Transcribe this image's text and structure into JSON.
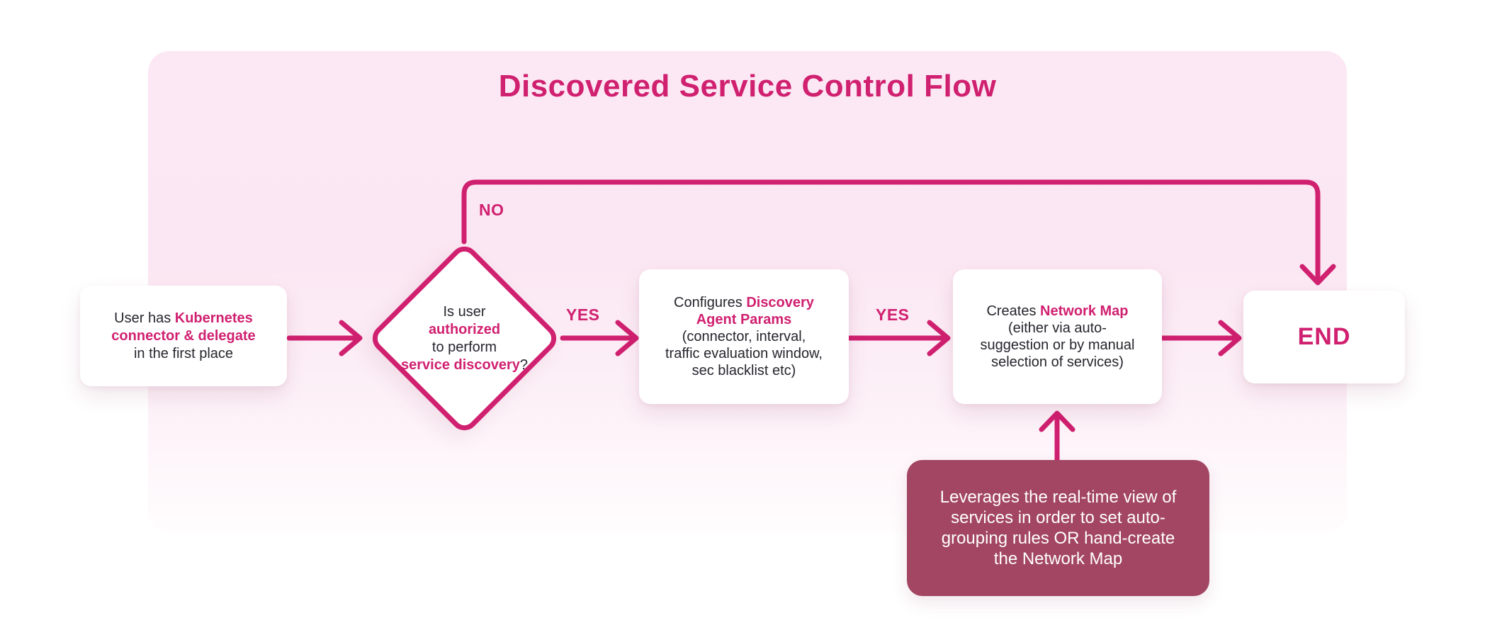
{
  "title": "Discovered Service Control Flow",
  "colors": {
    "accent": "#D02070",
    "annotation-bg": "#A34663",
    "text-dark": "#25252D",
    "node-bg": "#FFFFFF",
    "canvas-pink-top": "#FCE8F4",
    "canvas-pink-bottom": "#FFFDFE"
  },
  "edges": {
    "no_label": "NO",
    "yes_decision_to_configure": "YES",
    "yes_configure_to_create": "YES"
  },
  "nodes": {
    "start": {
      "lines": [
        [
          {
            "t": "User has "
          },
          {
            "t": "Kubernetes",
            "accent": true
          }
        ],
        [
          {
            "t": "connector & delegate",
            "accent": true
          }
        ],
        [
          {
            "t": "in the first place"
          }
        ]
      ]
    },
    "decision": {
      "lines": [
        [
          {
            "t": "Is user"
          }
        ],
        [
          {
            "t": "authorized",
            "accent": true
          }
        ],
        [
          {
            "t": "to perform"
          }
        ],
        [
          {
            "t": "service discovery",
            "accent": true
          },
          {
            "t": "?"
          }
        ]
      ]
    },
    "configure": {
      "lines": [
        [
          {
            "t": "Configures "
          },
          {
            "t": "Discovery",
            "accent": true
          }
        ],
        [
          {
            "t": "Agent Params",
            "accent": true
          }
        ],
        [
          {
            "t": "(connector, interval,"
          }
        ],
        [
          {
            "t": "traffic evaluation window,"
          }
        ],
        [
          {
            "t": "sec blacklist etc)"
          }
        ]
      ]
    },
    "create_map": {
      "lines": [
        [
          {
            "t": "Creates "
          },
          {
            "t": "Network Map",
            "accent": true
          }
        ],
        [
          {
            "t": "(either via auto-"
          }
        ],
        [
          {
            "t": "suggestion or by manual"
          }
        ],
        [
          {
            "t": "selection of services)"
          }
        ]
      ]
    },
    "end": {
      "label": "END"
    },
    "annotation": {
      "lines": [
        [
          {
            "t": "Leverages the real-time view of"
          }
        ],
        [
          {
            "t": "services in order to set auto-"
          }
        ],
        [
          {
            "t": "grouping rules OR hand-create"
          }
        ],
        [
          {
            "t": "the Network Map"
          }
        ]
      ]
    }
  }
}
